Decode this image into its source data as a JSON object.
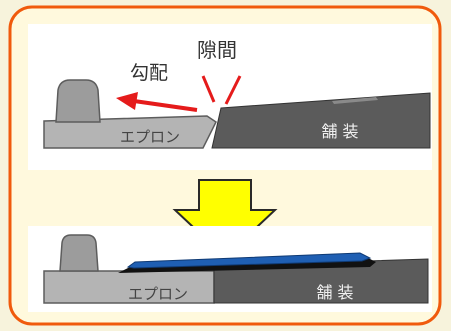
{
  "labels": {
    "gap": "隙間",
    "slope": "勾配",
    "apron_top": "エプロン",
    "pavement_top": "舗 装",
    "apron_bottom": "エプロン",
    "pavement_bottom": "舗 装"
  },
  "colors": {
    "background": "#f7f3dc",
    "frame_fill": "#fff9dd",
    "frame_border": "#f05a0c",
    "apron": "#b4b4b4",
    "apron_edge": "#5d5d5d",
    "pavement": "#5b5b5b",
    "curb": "#9c9c9c",
    "arrow_red": "#e51b1b",
    "arrow_yellow": "#ffff00",
    "overlay_blue": "#1f5fb3",
    "overlay_black": "#111111"
  }
}
